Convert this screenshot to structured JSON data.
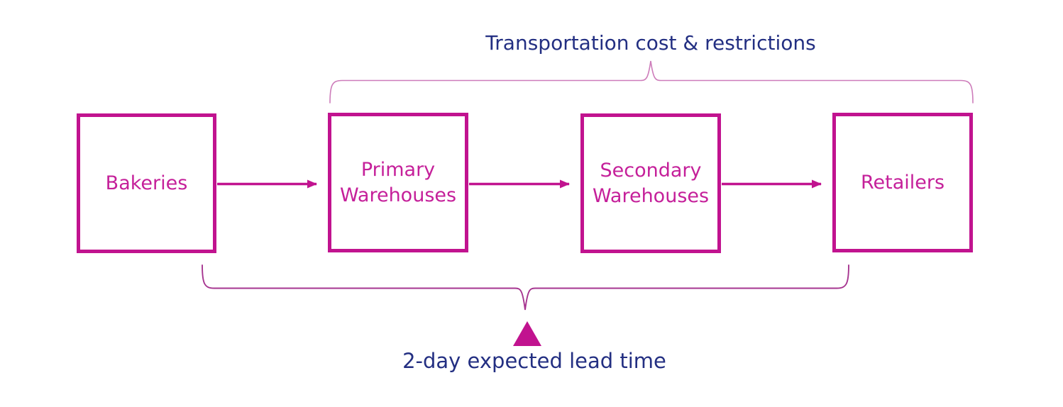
{
  "colors": {
    "magenta": "#c1138f",
    "node_label": "#c5209a",
    "navy": "#232f82",
    "top_brace": "#cd7cba",
    "bottom_brace": "#a63590",
    "background": "#ffffff"
  },
  "annotations": {
    "top_label": "Transportation cost & restrictions",
    "bottom_label": "2-day expected lead time"
  },
  "nodes": [
    {
      "id": "bakeries",
      "label": "Bakeries"
    },
    {
      "id": "primary-warehouses",
      "label": "Primary Warehouses"
    },
    {
      "id": "secondary-warehouses",
      "label": "Secondary Warehouses"
    },
    {
      "id": "retailers",
      "label": "Retailers"
    }
  ]
}
